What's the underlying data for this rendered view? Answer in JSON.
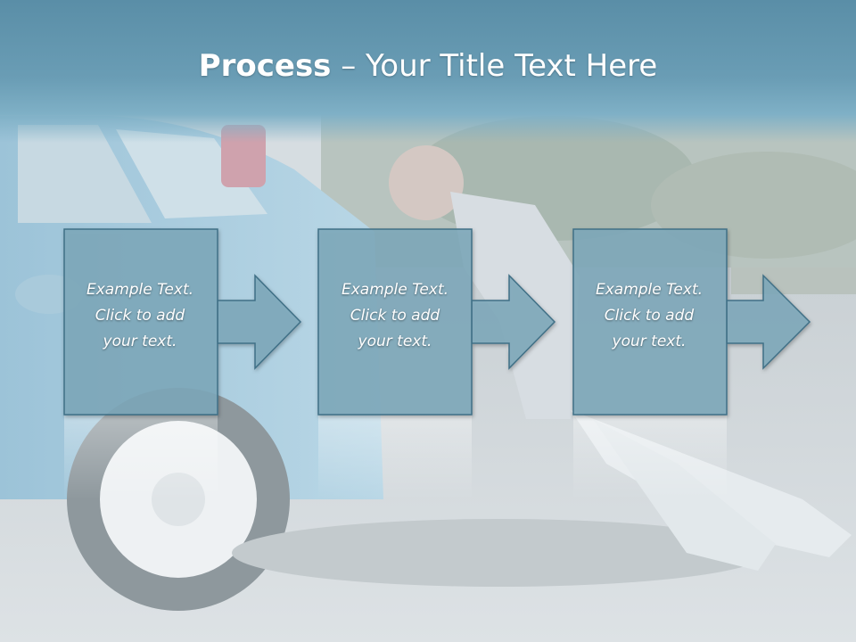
{
  "slide": {
    "title_bold": "Process",
    "title_rest": " – Your Title Text Here",
    "background_photo": "car-being-pushed-photo",
    "colors": {
      "header": "#6a9db5",
      "box_fill": "#7ea9bb",
      "box_stroke": "#3f6f86",
      "text": "#ffffff"
    }
  },
  "steps": [
    {
      "text": "Example Text.\nClick  to add\nyour text."
    },
    {
      "text": "Example Text.\nClick  to add\nyour text."
    },
    {
      "text": "Example Text.\nClick  to add\nyour text."
    }
  ]
}
